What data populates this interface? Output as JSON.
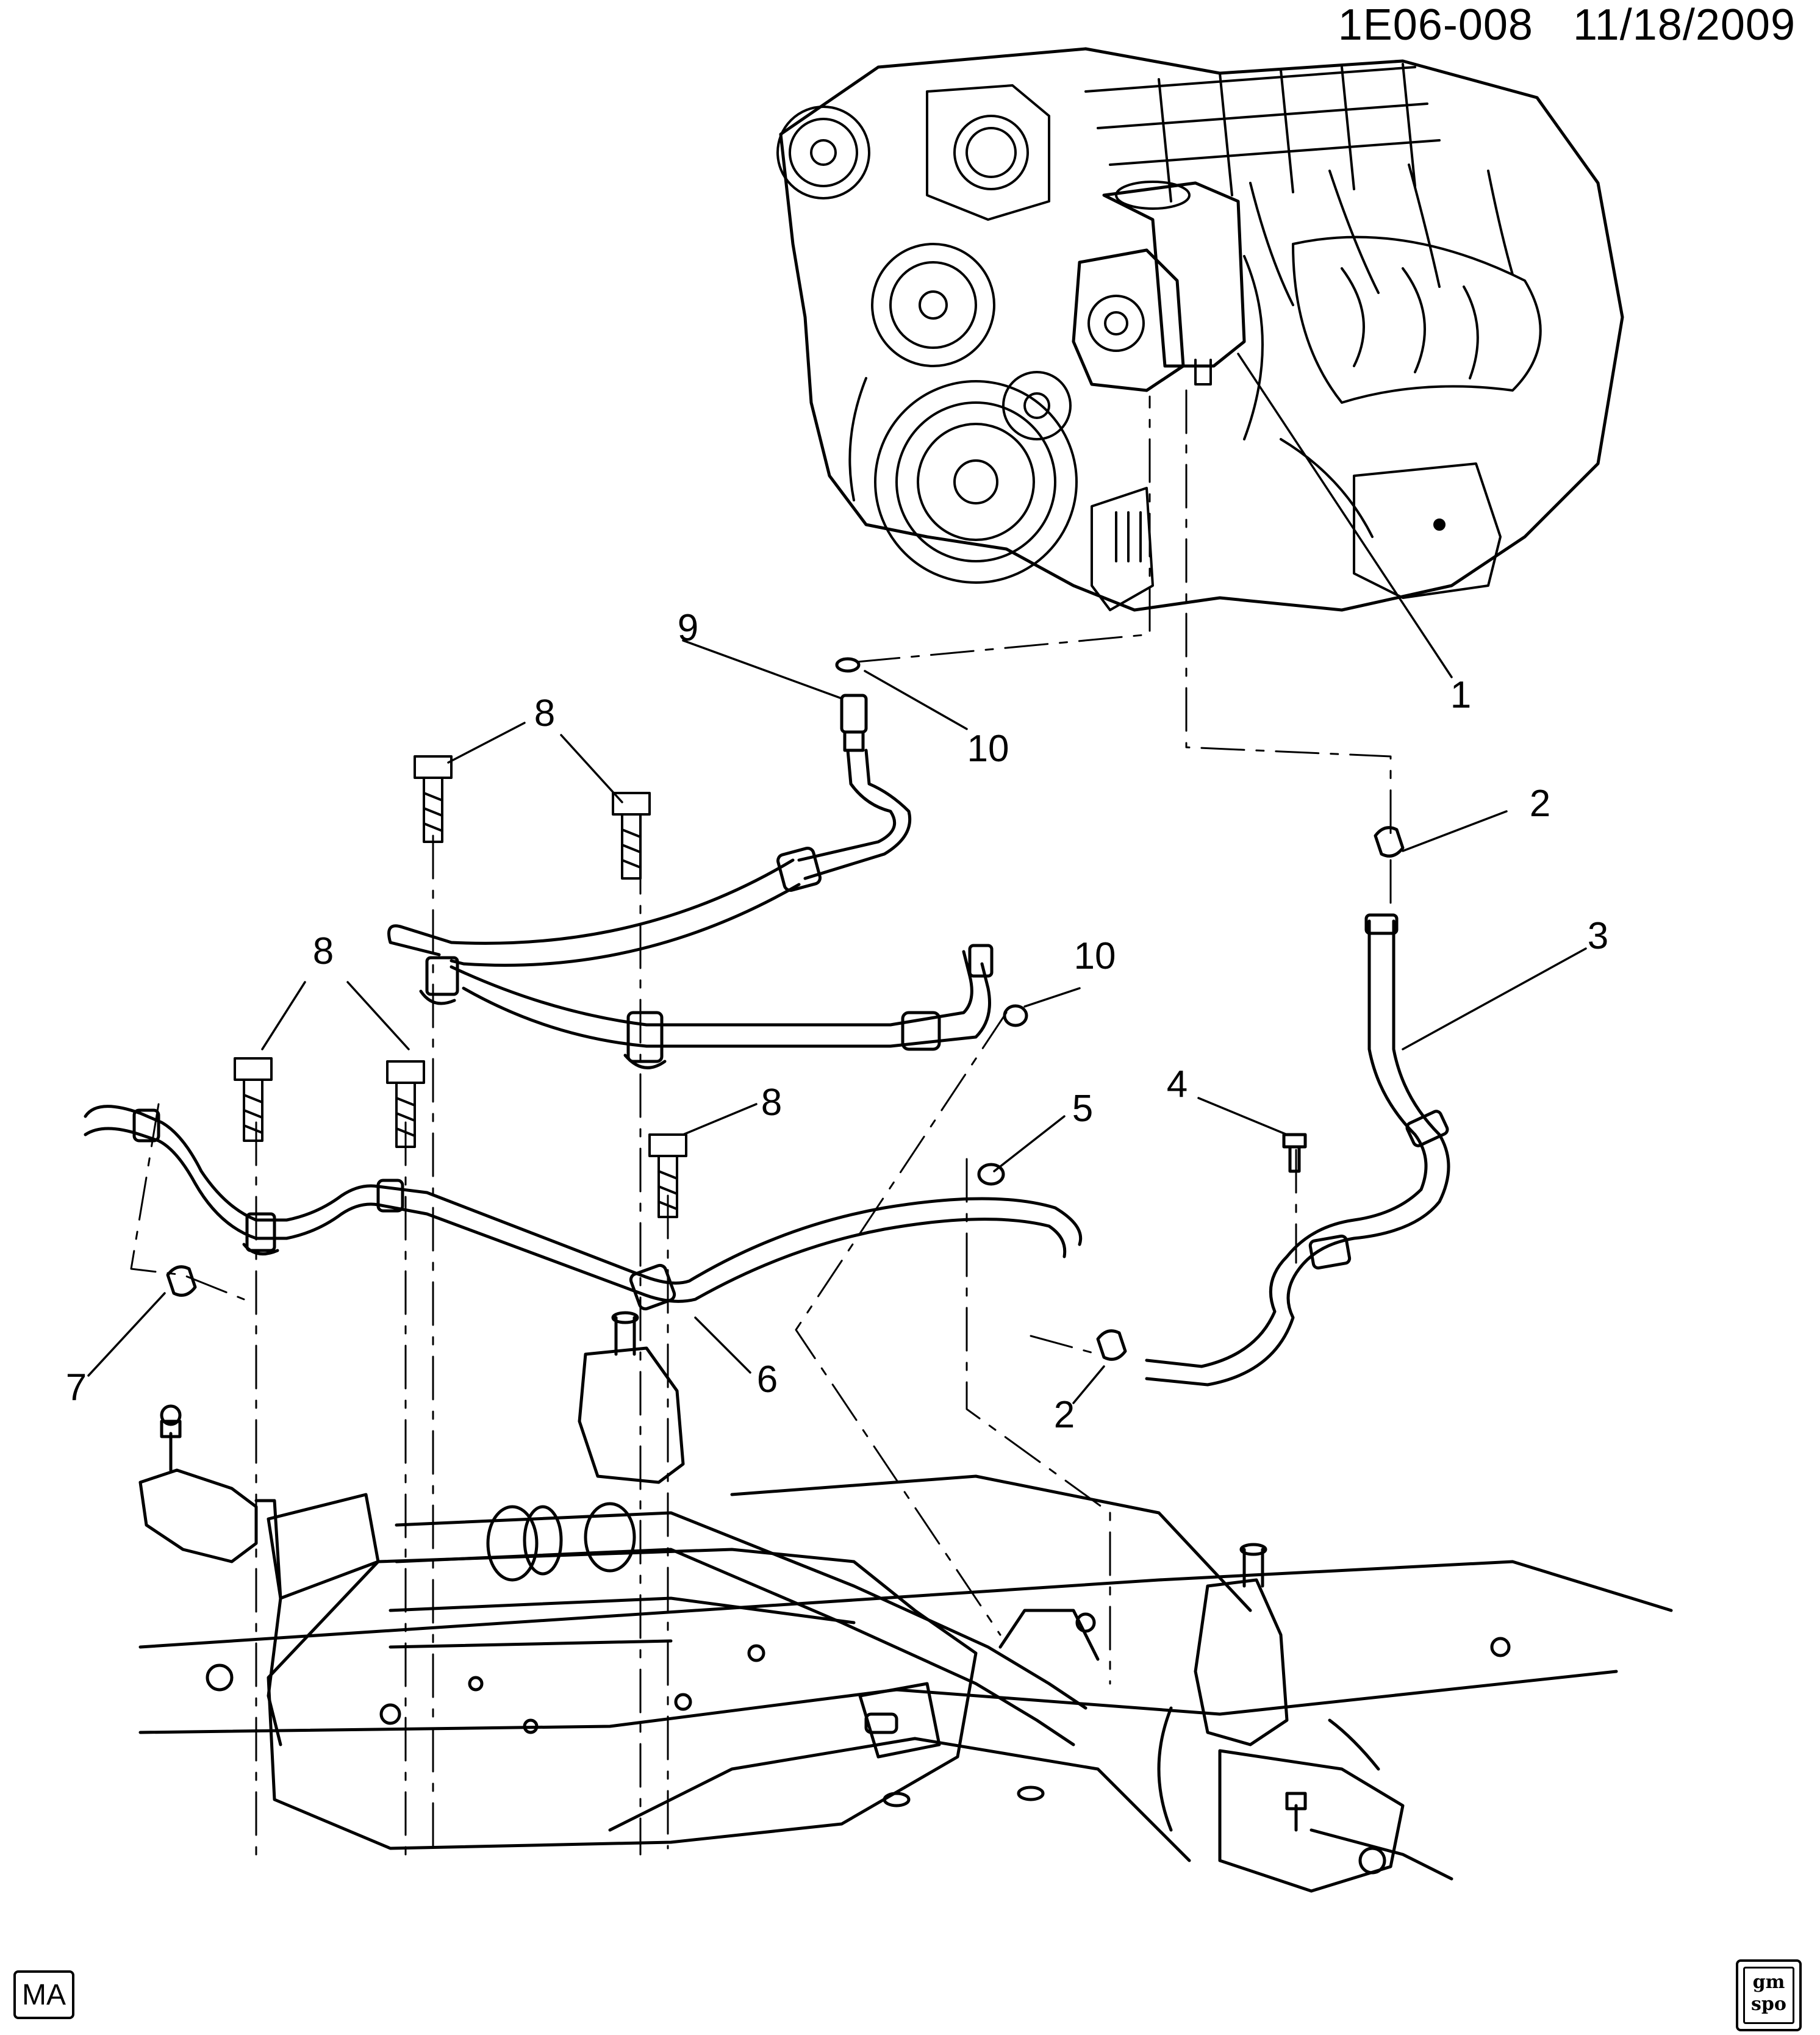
{
  "header": {
    "diagram_id": "1E06-008",
    "date": "11/18/2009"
  },
  "callouts": [
    {
      "id": "callout-1",
      "text": "1"
    },
    {
      "id": "callout-2a",
      "text": "2"
    },
    {
      "id": "callout-2b",
      "text": "2"
    },
    {
      "id": "callout-3",
      "text": "3"
    },
    {
      "id": "callout-4",
      "text": "4"
    },
    {
      "id": "callout-5",
      "text": "5"
    },
    {
      "id": "callout-6",
      "text": "6"
    },
    {
      "id": "callout-7",
      "text": "7"
    },
    {
      "id": "callout-8a",
      "text": "8"
    },
    {
      "id": "callout-8b",
      "text": "8"
    },
    {
      "id": "callout-8c",
      "text": "8"
    },
    {
      "id": "callout-9",
      "text": "9"
    },
    {
      "id": "callout-10a",
      "text": "10"
    },
    {
      "id": "callout-10b",
      "text": "10"
    }
  ],
  "footer": {
    "badge": "MA",
    "logo": "gm spo"
  }
}
